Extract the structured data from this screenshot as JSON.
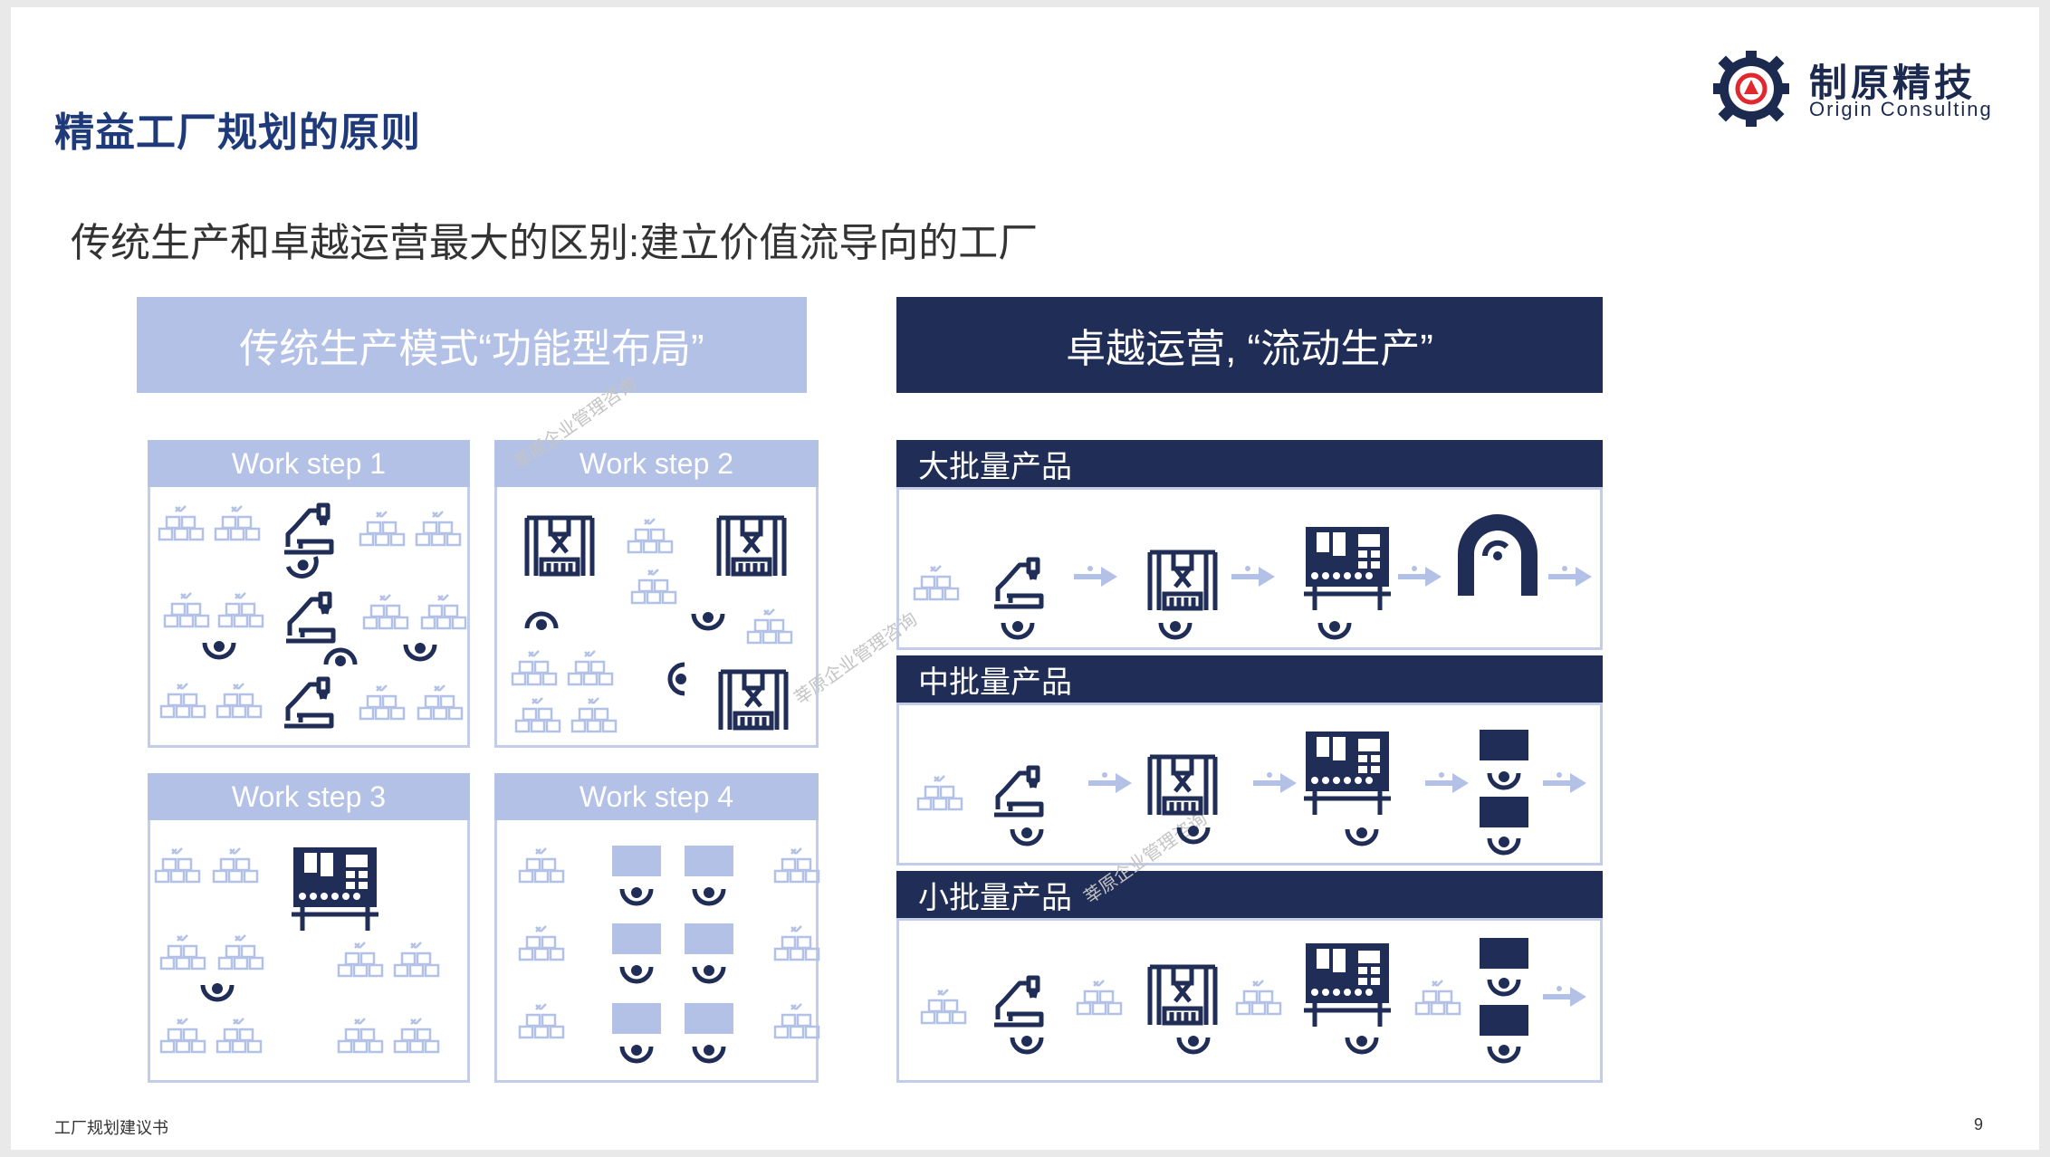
{
  "page_title": "精益工厂规划的原则",
  "logo": {
    "cn": "制原精技",
    "en": "Origin Consulting"
  },
  "subtitle": "传统生产和卓越运营最大的区别:建立价值流导向的工厂",
  "left_header": "传统生产模式“功能型布局”",
  "right_header": "卓越运营, “流动生产”",
  "work_steps": [
    {
      "label": "Work step 1"
    },
    {
      "label": "Work step 2"
    },
    {
      "label": "Work step 3"
    },
    {
      "label": "Work step 4"
    }
  ],
  "rows": [
    {
      "label": "大批量产品"
    },
    {
      "label": "中批量产品"
    },
    {
      "label": "小批量产品"
    }
  ],
  "watermark": "莘原企业管理咨询",
  "footer": "工厂规划建议书",
  "page_number": "9",
  "colors": {
    "navy": "#1f2d57",
    "light_blue": "#b3c1e6",
    "title_blue": "#1f3a7a",
    "logo_red": "#e0282e"
  },
  "icons": [
    "inventory-stack-icon",
    "robot-arm-icon",
    "press-machine-icon",
    "cnc-machine-icon",
    "arch-machine-icon",
    "workbench-icon",
    "operator-icon",
    "flow-arrow-icon"
  ]
}
